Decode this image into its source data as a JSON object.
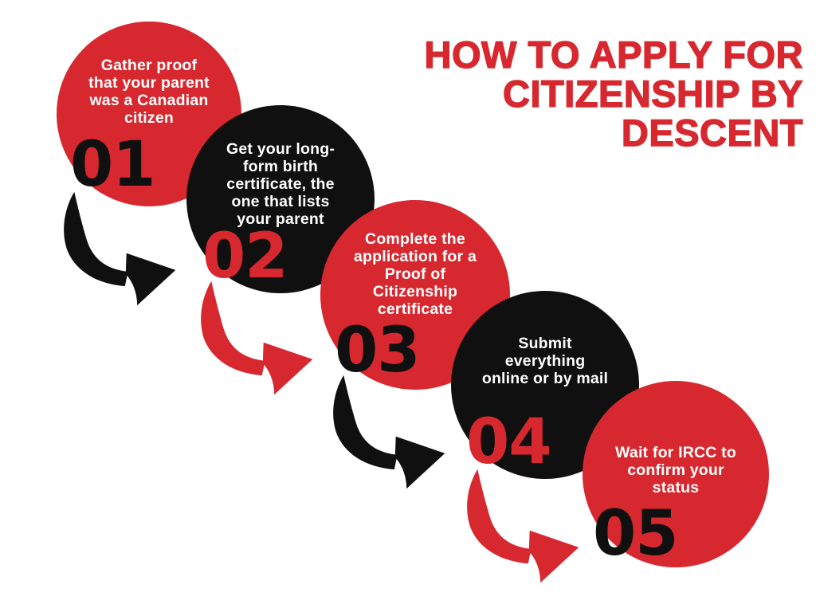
{
  "title": {
    "lines": [
      "HOW TO APPLY FOR",
      "CITIZENSHIP BY",
      "DESCENT"
    ]
  },
  "colors": {
    "red": "#D7282F",
    "black": "#101010",
    "white": "#FFFFFF",
    "background": "#FFFFFF"
  },
  "steps": [
    {
      "number": "01",
      "text_lines": [
        "Gather proof",
        "that your parent",
        "was a Canadian",
        "citizen"
      ],
      "circle_color": "red",
      "number_color": "black",
      "text_color": "white"
    },
    {
      "number": "02",
      "text_lines": [
        "Get your long-",
        "form birth",
        "certificate, the",
        "one that lists",
        "your parent"
      ],
      "circle_color": "black",
      "number_color": "red",
      "text_color": "white"
    },
    {
      "number": "03",
      "text_lines": [
        "Complete the",
        "application for a",
        "Proof of",
        "Citizenship",
        "certificate"
      ],
      "circle_color": "red",
      "number_color": "black",
      "text_color": "white"
    },
    {
      "number": "04",
      "text_lines": [
        "Submit",
        "everything",
        "online or by mail"
      ],
      "circle_color": "black",
      "number_color": "red",
      "text_color": "white"
    },
    {
      "number": "05",
      "text_lines": [
        "Wait for IRCC to",
        "confirm your",
        "status"
      ],
      "circle_color": "red",
      "number_color": "black",
      "text_color": "white"
    }
  ],
  "arrows": [
    {
      "color": "black"
    },
    {
      "color": "red"
    },
    {
      "color": "black"
    },
    {
      "color": "red"
    }
  ]
}
